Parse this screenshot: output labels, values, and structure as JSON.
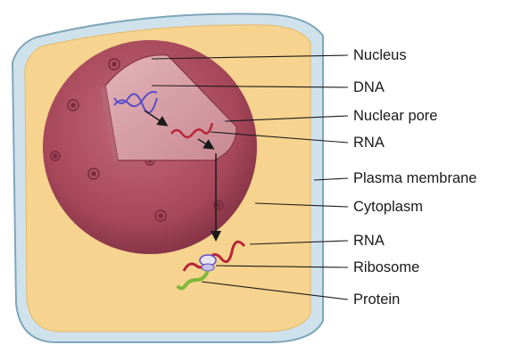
{
  "labels": {
    "nucleus": "Nucleus",
    "dna": "DNA",
    "nuclear_pore": "Nuclear pore",
    "rna_top": "RNA",
    "plasma_membrane": "Plasma membrane",
    "cytoplasm": "Cytoplasm",
    "rna_bottom": "RNA",
    "ribosome": "Ribosome",
    "protein": "Protein"
  },
  "colors": {
    "cytoplasm": "#f6d38e",
    "membrane": "#9fc4d8",
    "nucleus": "#a94a5c",
    "nucleus_cut": "#d69aa3",
    "rna": "#b6263a",
    "dna": "#5a4cc6",
    "protein": "#7fb83a"
  }
}
